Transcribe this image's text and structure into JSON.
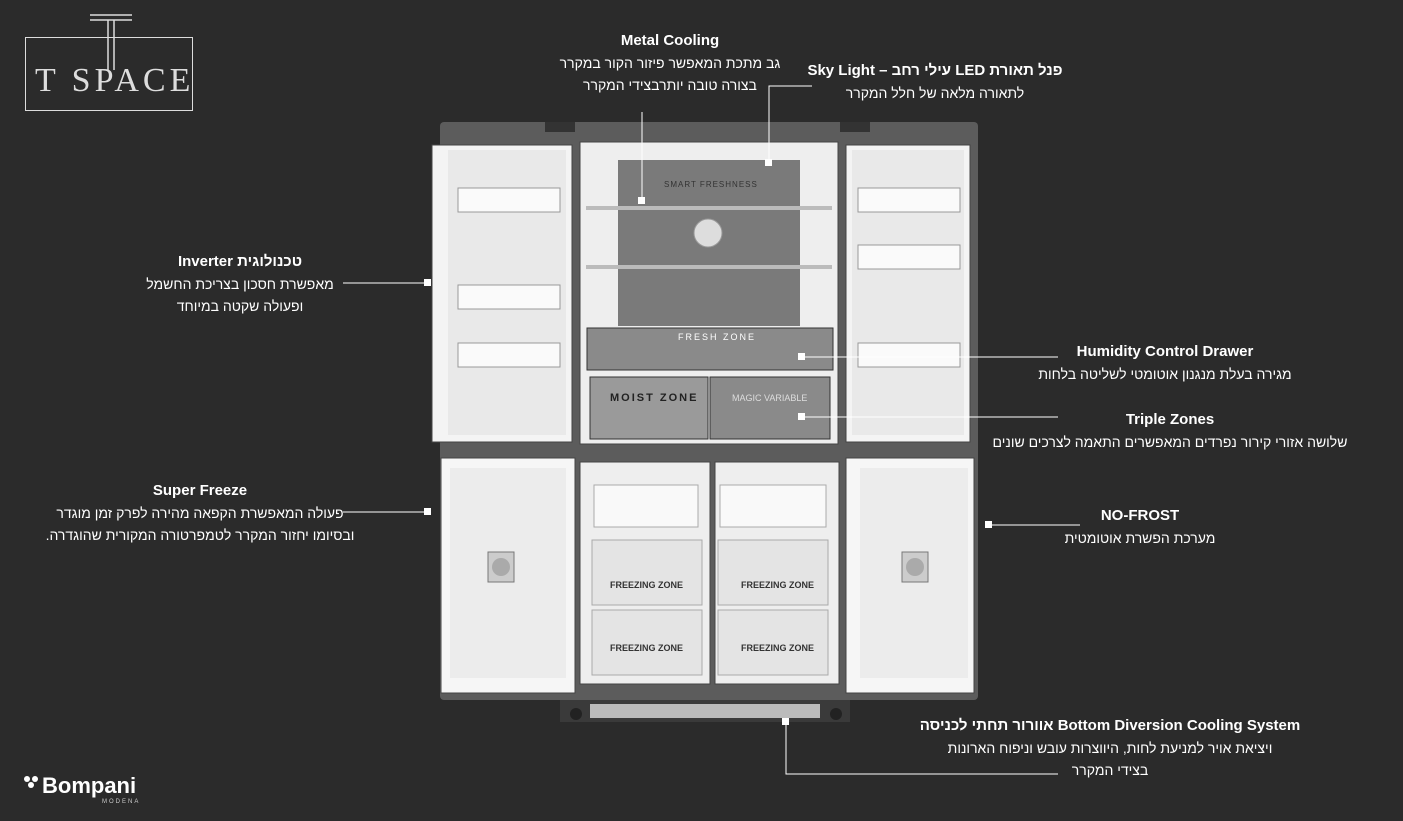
{
  "brand": {
    "logo": "T SPACE",
    "maker": "Bompani",
    "maker_sub": "MODENA"
  },
  "appliance_labels": {
    "smart_freshness": "SMART FRESHNESS",
    "fresh_zone": "FRESH ZONE",
    "moist_zone": "MOIST ZONE",
    "magic_variable": "MAGIC VARIABLE",
    "freezing_zone": "FREEZING ZONE"
  },
  "features": {
    "metal_cooling": {
      "title": "Metal Cooling",
      "line1": "גב מתכת המאפשר פיזור הקור במקרר",
      "line2": "בצורה טובה יותרבצידי המקרר"
    },
    "sky_light": {
      "title": "פנל תאורת LED עילי רחב – Sky Light",
      "line1": "לתאורה מלאה של חלל המקרר"
    },
    "inverter": {
      "title": "טכנולוגית Inverter",
      "line1": "מאפשרת חסכון בצריכת החשמל",
      "line2": "ופעולה שקטה במיוחד"
    },
    "humidity": {
      "title": "Humidity Control Drawer",
      "line1": "מגירה בעלת מנגנון אוטומטי לשליטה בלחות"
    },
    "triple": {
      "title": "Triple Zones",
      "line1": "שלושה אזורי קירור נפרדים  המאפשרים התאמה לצרכים שונים"
    },
    "super_freeze": {
      "title": "Super Freeze",
      "line1": "פעולה המאפשרת הקפאה מהירה לפרק זמן מוגדר",
      "line2": "ובסיומו יחזור המקרר לטמפרטורה המקורית שהוגדרה."
    },
    "no_frost": {
      "title": "NO-FROST",
      "line1": "מערכת הפשרת אוטומטית"
    },
    "bottom": {
      "title": "Bottom Diversion Cooling System אוורור תחתי לכניסה",
      "line1": "ויציאת אויר למניעת לחות, היווצרות עובש וניפוח הארונות",
      "line2": "בצידי המקרר"
    }
  },
  "colors": {
    "background": "#2b2b2b",
    "fridge_frame": "#5a5a5a",
    "interior": "#f2f2f2",
    "back_panel": "#7a7a7a",
    "text": "#ffffff"
  }
}
